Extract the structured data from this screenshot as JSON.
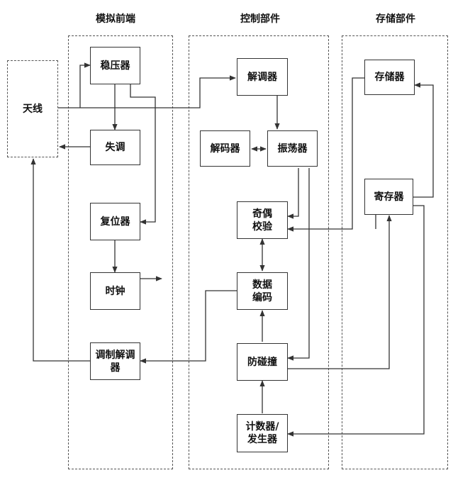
{
  "groups": {
    "analog_frontend": "模拟前端",
    "control_unit": "控制部件",
    "storage_unit": "存储部件"
  },
  "blocks": {
    "antenna": "天线",
    "regulator": "稳压器",
    "detuner": "失调",
    "reset": "复位器",
    "clock": "时钟",
    "modem": "调制解调器",
    "demodulator": "解调器",
    "decoder": "解码器",
    "oscillator": "振荡器",
    "parity_line1": "奇偶",
    "parity_line2": "校验",
    "encode_line1": "数据",
    "encode_line2": "编码",
    "anticollision": "防碰撞",
    "counter_line1": "计数器/",
    "counter_line2": "发生器",
    "memory": "存储器",
    "register": "寄存器"
  }
}
